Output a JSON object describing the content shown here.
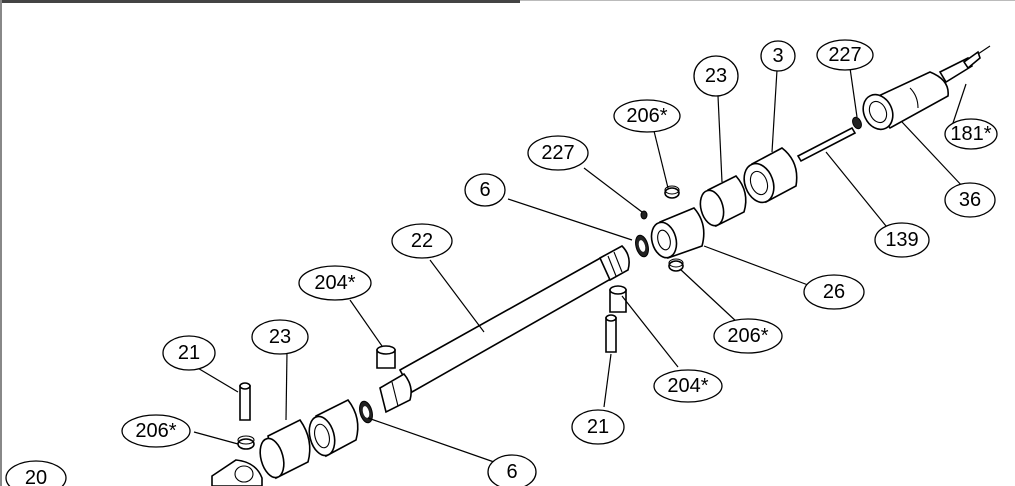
{
  "callouts": [
    {
      "id": "c-181",
      "label": "181*"
    },
    {
      "id": "c-227-top",
      "label": "227"
    },
    {
      "id": "c-3",
      "label": "3"
    },
    {
      "id": "c-23-top",
      "label": "23"
    },
    {
      "id": "c-206-top",
      "label": "206*"
    },
    {
      "id": "c-227-mid",
      "label": "227"
    },
    {
      "id": "c-6-top",
      "label": "6"
    },
    {
      "id": "c-36",
      "label": "36"
    },
    {
      "id": "c-139",
      "label": "139"
    },
    {
      "id": "c-26",
      "label": "26"
    },
    {
      "id": "c-206-mid",
      "label": "206*"
    },
    {
      "id": "c-22",
      "label": "22"
    },
    {
      "id": "c-204-top",
      "label": "204*"
    },
    {
      "id": "c-204-bottom",
      "label": "204*"
    },
    {
      "id": "c-23-bottom",
      "label": "23"
    },
    {
      "id": "c-21-left",
      "label": "21"
    },
    {
      "id": "c-21-right",
      "label": "21"
    },
    {
      "id": "c-206-bottom",
      "label": "206*"
    },
    {
      "id": "c-6-bottom",
      "label": "6"
    },
    {
      "id": "c-20",
      "label": "20"
    }
  ]
}
